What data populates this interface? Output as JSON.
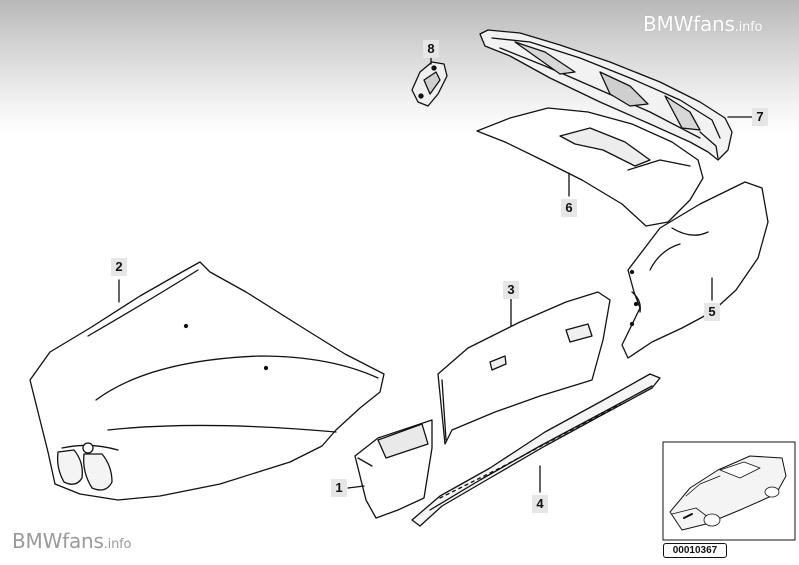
{
  "watermark_top": {
    "brand": "BMWfans",
    "suffix": ".info"
  },
  "watermark_bottom": {
    "brand": "BMWfans",
    "suffix": ".info"
  },
  "callouts": {
    "front_wing": "1",
    "bonnet": "2",
    "door": "3",
    "side_sill": "4",
    "rear_wing": "5",
    "trunk_lid": "6",
    "trunk_lid_inner": "7",
    "bracket": "8"
  },
  "reference_code": "00010367",
  "colors": {
    "line": "#111111",
    "callout_bg": "#e6e6e6",
    "header_gray": "#b8b8b8"
  }
}
